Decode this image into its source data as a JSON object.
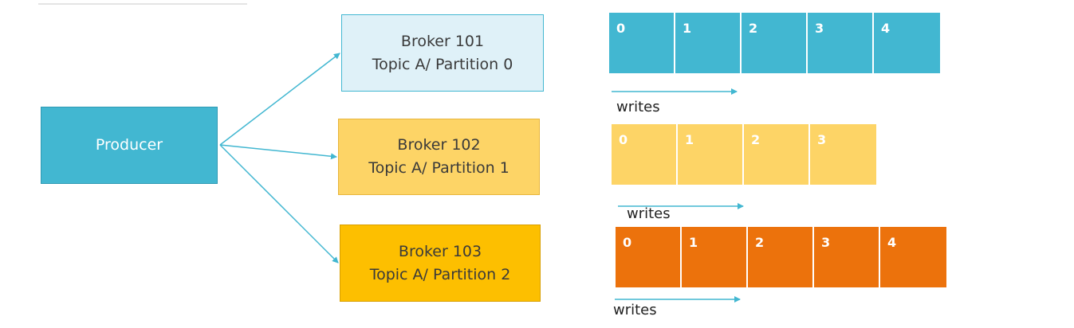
{
  "producer": {
    "label": "Producer"
  },
  "brokers": [
    {
      "name": "Broker 101",
      "topic": "Topic A/ Partition 0"
    },
    {
      "name": "Broker 102",
      "topic": "Topic A/ Partition 1"
    },
    {
      "name": "Broker 103",
      "topic": "Topic A/ Partition 2"
    }
  ],
  "partitions": [
    {
      "offsets": [
        "0",
        "1",
        "2",
        "3",
        "4"
      ],
      "color": "#42b7d1",
      "writes_label": "writes"
    },
    {
      "offsets": [
        "0",
        "1",
        "2",
        "3"
      ],
      "color": "#fdd466",
      "writes_label": "writes"
    },
    {
      "offsets": [
        "0",
        "1",
        "2",
        "3",
        "4"
      ],
      "color": "#ec720c",
      "writes_label": "writes"
    }
  ],
  "colors": {
    "arrow": "#42b7d1",
    "producer": "#42b7d1",
    "broker_101": "#dff1f8",
    "broker_102": "#fdd466",
    "broker_103": "#fdbf00"
  }
}
